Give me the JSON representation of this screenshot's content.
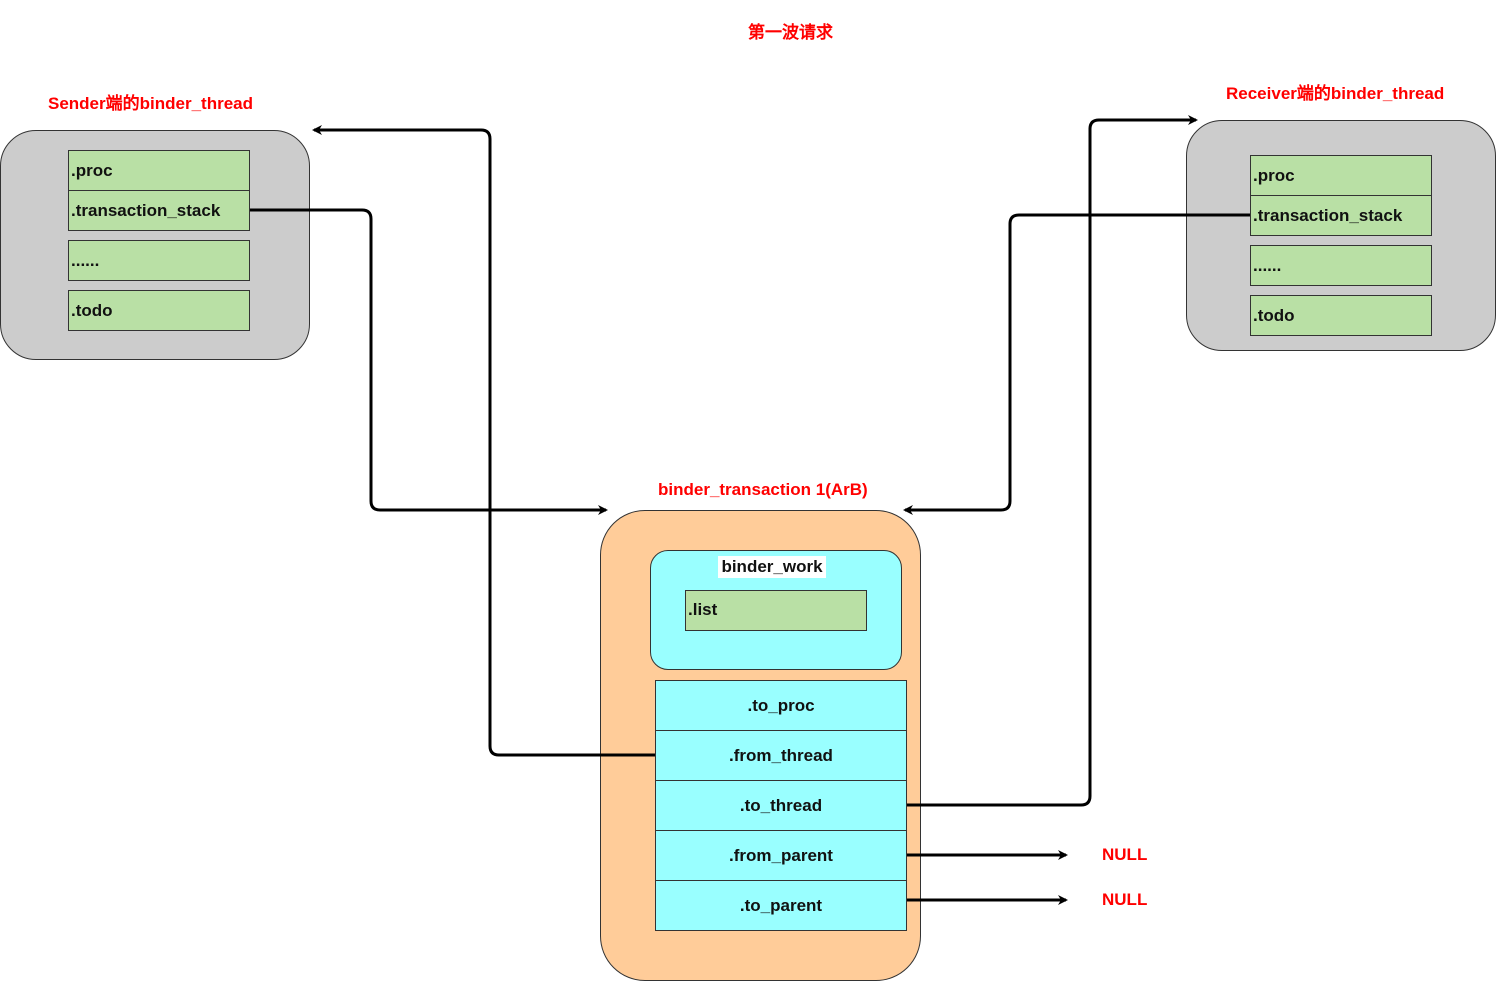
{
  "title": "第一波请求",
  "sender": {
    "label": "Sender端的binder_thread",
    "fields": [
      ".proc",
      ".transaction_stack",
      "......",
      ".todo"
    ]
  },
  "receiver": {
    "label": "Receiver端的binder_thread",
    "fields": [
      ".proc",
      ".transaction_stack",
      "......",
      ".todo"
    ]
  },
  "transaction": {
    "label": "binder_transaction 1(ArB)",
    "work": {
      "label": "binder_work",
      "field": ".list"
    },
    "fields": [
      ".to_proc",
      ".from_thread",
      ".to_thread",
      ".from_parent",
      ".to_parent"
    ]
  },
  "null_labels": [
    "NULL",
    "NULL"
  ],
  "colors": {
    "title_red": "#ff0000",
    "thread_bg": "#cccccc",
    "field_green": "#b9e0a5",
    "transaction_orange": "#ffcc99",
    "cyan": "#99ffff"
  }
}
